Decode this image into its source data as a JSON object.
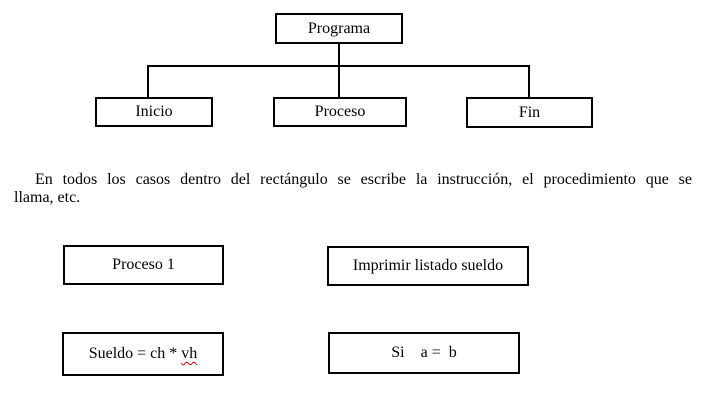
{
  "tree": {
    "root_label": "Programa",
    "children": [
      {
        "label": "Inicio"
      },
      {
        "label": "Proceso"
      },
      {
        "label": "Fin"
      }
    ]
  },
  "paragraph": {
    "full_text": "En todos los casos dentro del rectángulo se escribe la instrucción, el procedimiento que se llama, etc.",
    "line1": "En todos los casos dentro del rectángulo se escribe la instrucción, el procedimiento que se",
    "line2": "llama, etc."
  },
  "examples": {
    "proceso1_label": "Proceso 1",
    "imprimir_label": "Imprimir listado sueldo",
    "sueldo_prefix": "Sueldo = ch * ",
    "sueldo_misspelled_word": "vh",
    "si_label": "Si    a =  b"
  },
  "colors": {
    "text": "#000000",
    "box_border": "#000000",
    "background": "#ffffff",
    "spellcheck_underline": "#cc0000"
  }
}
